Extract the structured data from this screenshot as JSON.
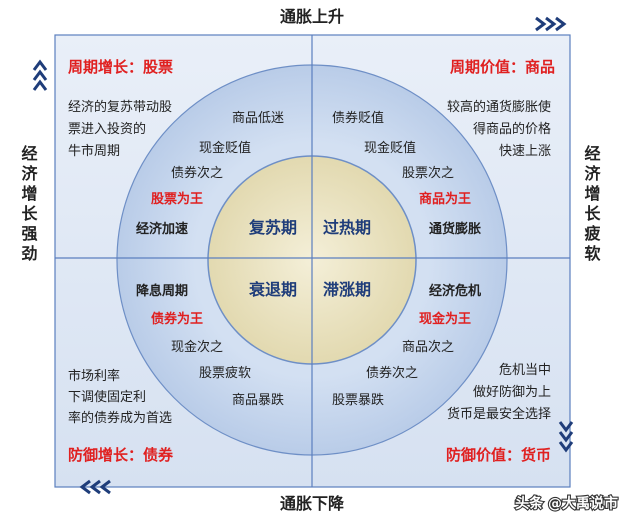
{
  "axis": {
    "top": "通胀上升",
    "bottom": "通胀下降",
    "left": "经济增长强劲",
    "right": "经济增长疲软"
  },
  "quadrants": {
    "top_left": {
      "title": "周期增长：股票",
      "desc": [
        "经济的复苏带动股",
        "票进入投资的",
        "牛市周期"
      ],
      "ring": [
        "商品低迷",
        "现金贬值",
        "债券次之"
      ],
      "king": "股票为王",
      "phase_label": "经济加速",
      "core": "复苏期"
    },
    "top_right": {
      "title": "周期价值：商品",
      "desc": [
        "较高的通货膨胀使",
        "得商品的价格",
        "快速上涨"
      ],
      "ring": [
        "债券贬值",
        "现金贬值",
        "股票次之"
      ],
      "king": "商品为王",
      "phase_label": "通货膨胀",
      "core": "过热期"
    },
    "bottom_left": {
      "title": "防御增长：债券",
      "desc": [
        "市场利率",
        "下调使固定利",
        "率的债券成为首选"
      ],
      "ring": [
        "现金次之",
        "股票疲软",
        "商品暴跌"
      ],
      "king": "债券为王",
      "phase_label": "降息周期",
      "core": "衰退期"
    },
    "bottom_right": {
      "title": "防御价值：货币",
      "desc": [
        "危机当中",
        "做好防御为上",
        "货币是最安全选择"
      ],
      "ring": [
        "商品次之",
        "债券次之",
        "股票暴跌"
      ],
      "king": "现金为王",
      "phase_label": "经济危机",
      "core": "滞涨期"
    }
  },
  "watermark": "头条 @大禹说市",
  "colors": {
    "frame": "#5b7fbf",
    "outer_fill": "#dce6f4",
    "circle_fill": "#c3d4ec",
    "core_fill": "#ece5c5",
    "title_red": "#e02020",
    "text": "#222222",
    "arrow": "#1f3d7a"
  }
}
